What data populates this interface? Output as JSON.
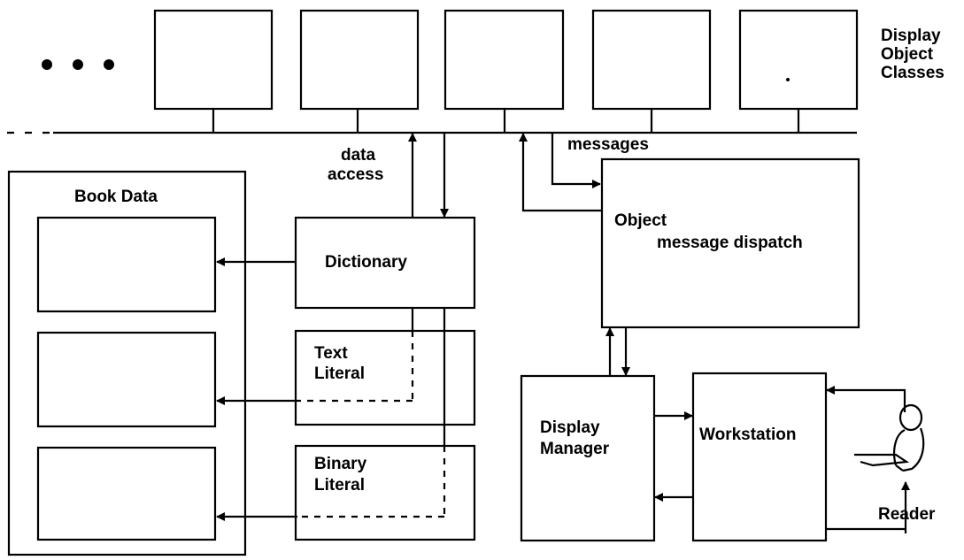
{
  "labels": {
    "display_object_classes": [
      "Display",
      "Object",
      "Classes"
    ],
    "data_access": [
      "data",
      "access"
    ],
    "messages": "messages",
    "book_data": "Book Data",
    "dictionary": "Dictionary",
    "text_literal": [
      "Text",
      "Literal"
    ],
    "binary_literal": [
      "Binary",
      "Literal"
    ],
    "object_dispatch": [
      "Object",
      "message dispatch"
    ],
    "display_manager": [
      "Display",
      "Manager"
    ],
    "workstation": "Workstation",
    "reader": "Reader"
  }
}
